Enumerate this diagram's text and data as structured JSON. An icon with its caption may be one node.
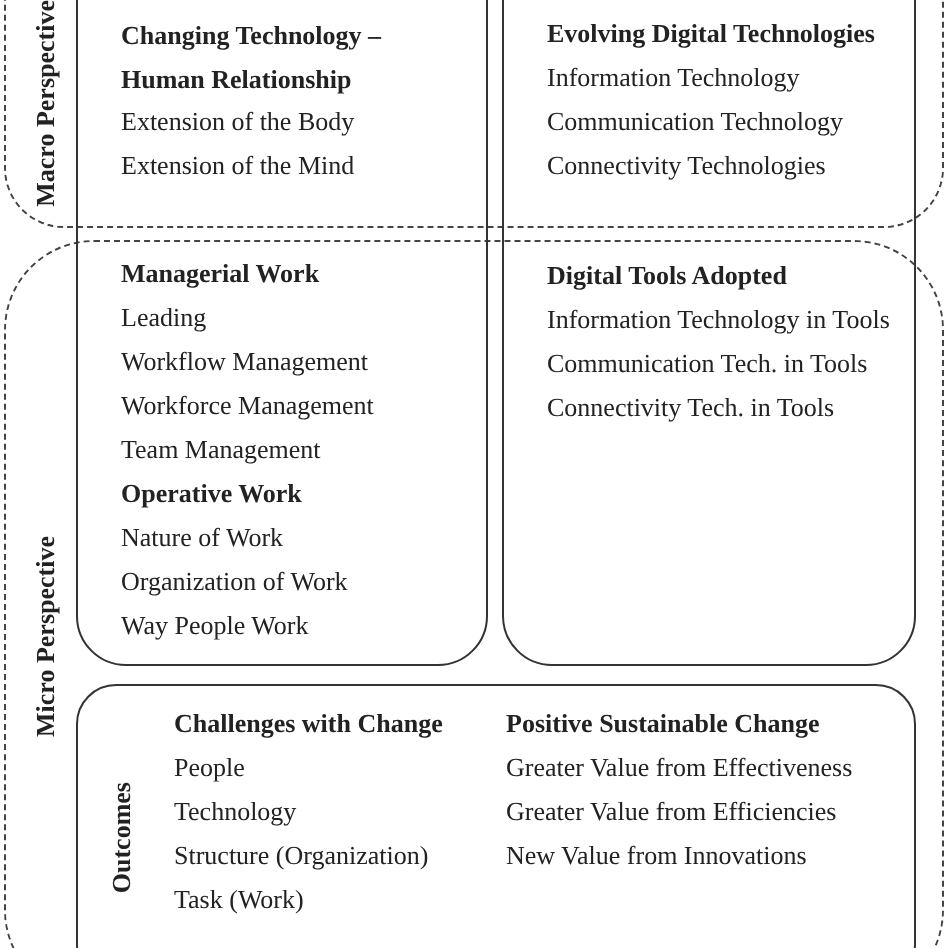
{
  "diagram": {
    "nodes": [
      {
        "text": [
          "Macro Perspective"
        ]
      },
      {
        "text": [
          "Micro Perspective"
        ]
      },
      {
        "text": [
          "Changing Technology – Human Relationship",
          "Extension of the Body",
          "Extension of the Mind",
          "Managerial Work",
          "Leading",
          "Workflow Management",
          "Workforce Management",
          "Team Management",
          "Operative Work",
          "Nature of Work",
          "Organization of Work",
          "Way People Work"
        ]
      },
      {
        "text": [
          "Evolving Digital Technologies",
          "Information Technology",
          "Communication Technology",
          "Connectivity Technologies",
          "Digital Tools Adopted",
          "Information Technology in Tools",
          "Communication Tech. in Tools",
          "Connectivity Tech. in Tools"
        ]
      },
      {
        "text": [
          "Outcomes",
          "Challenges with Change",
          "People",
          "Technology",
          "Structure (Organization)",
          "Task (Work)",
          "Positive Sustainable Change",
          "Greater Value from Effectiveness",
          "Greater Value from Efficiencies",
          "New Value from Innovations"
        ],
        "in": 1
      }
    ]
  }
}
